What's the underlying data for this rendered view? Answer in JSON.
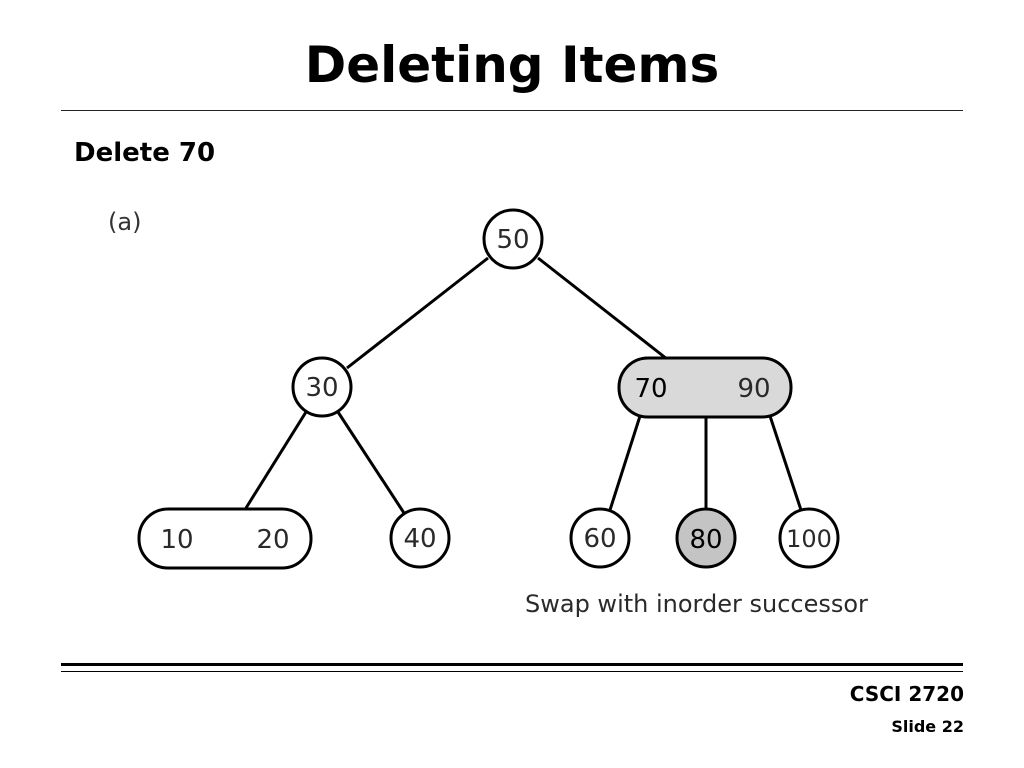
{
  "slide": {
    "title": "Deleting Items",
    "subtitle": "Delete 70",
    "course": "CSCI 2720",
    "slide_number": "Slide 22"
  },
  "diagram": {
    "panel_label": "(a)",
    "caption": "Swap with inorder successor",
    "colors": {
      "node_fill": "#ffffff",
      "highlight_fill": "#d9d9d9",
      "successor_fill": "#c4c4c4",
      "stroke": "#000000"
    },
    "nodes": {
      "n50": "50",
      "n30": "30",
      "n70": "70",
      "n90": "90",
      "n10": "10",
      "n20": "20",
      "n40": "40",
      "n60": "60",
      "n80": "80",
      "n100": "100"
    }
  }
}
